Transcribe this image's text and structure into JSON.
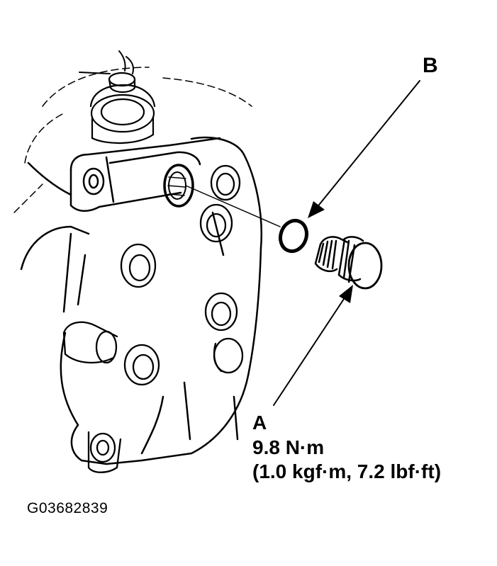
{
  "labels": {
    "b": "B",
    "a": "A",
    "torque_nm": "9.8 N·m",
    "torque_alt": "(1.0 kgf·m, 7.2 lbf·ft)"
  },
  "figure_id": "G03682839",
  "colors": {
    "ink": "#000000",
    "background": "#ffffff"
  }
}
